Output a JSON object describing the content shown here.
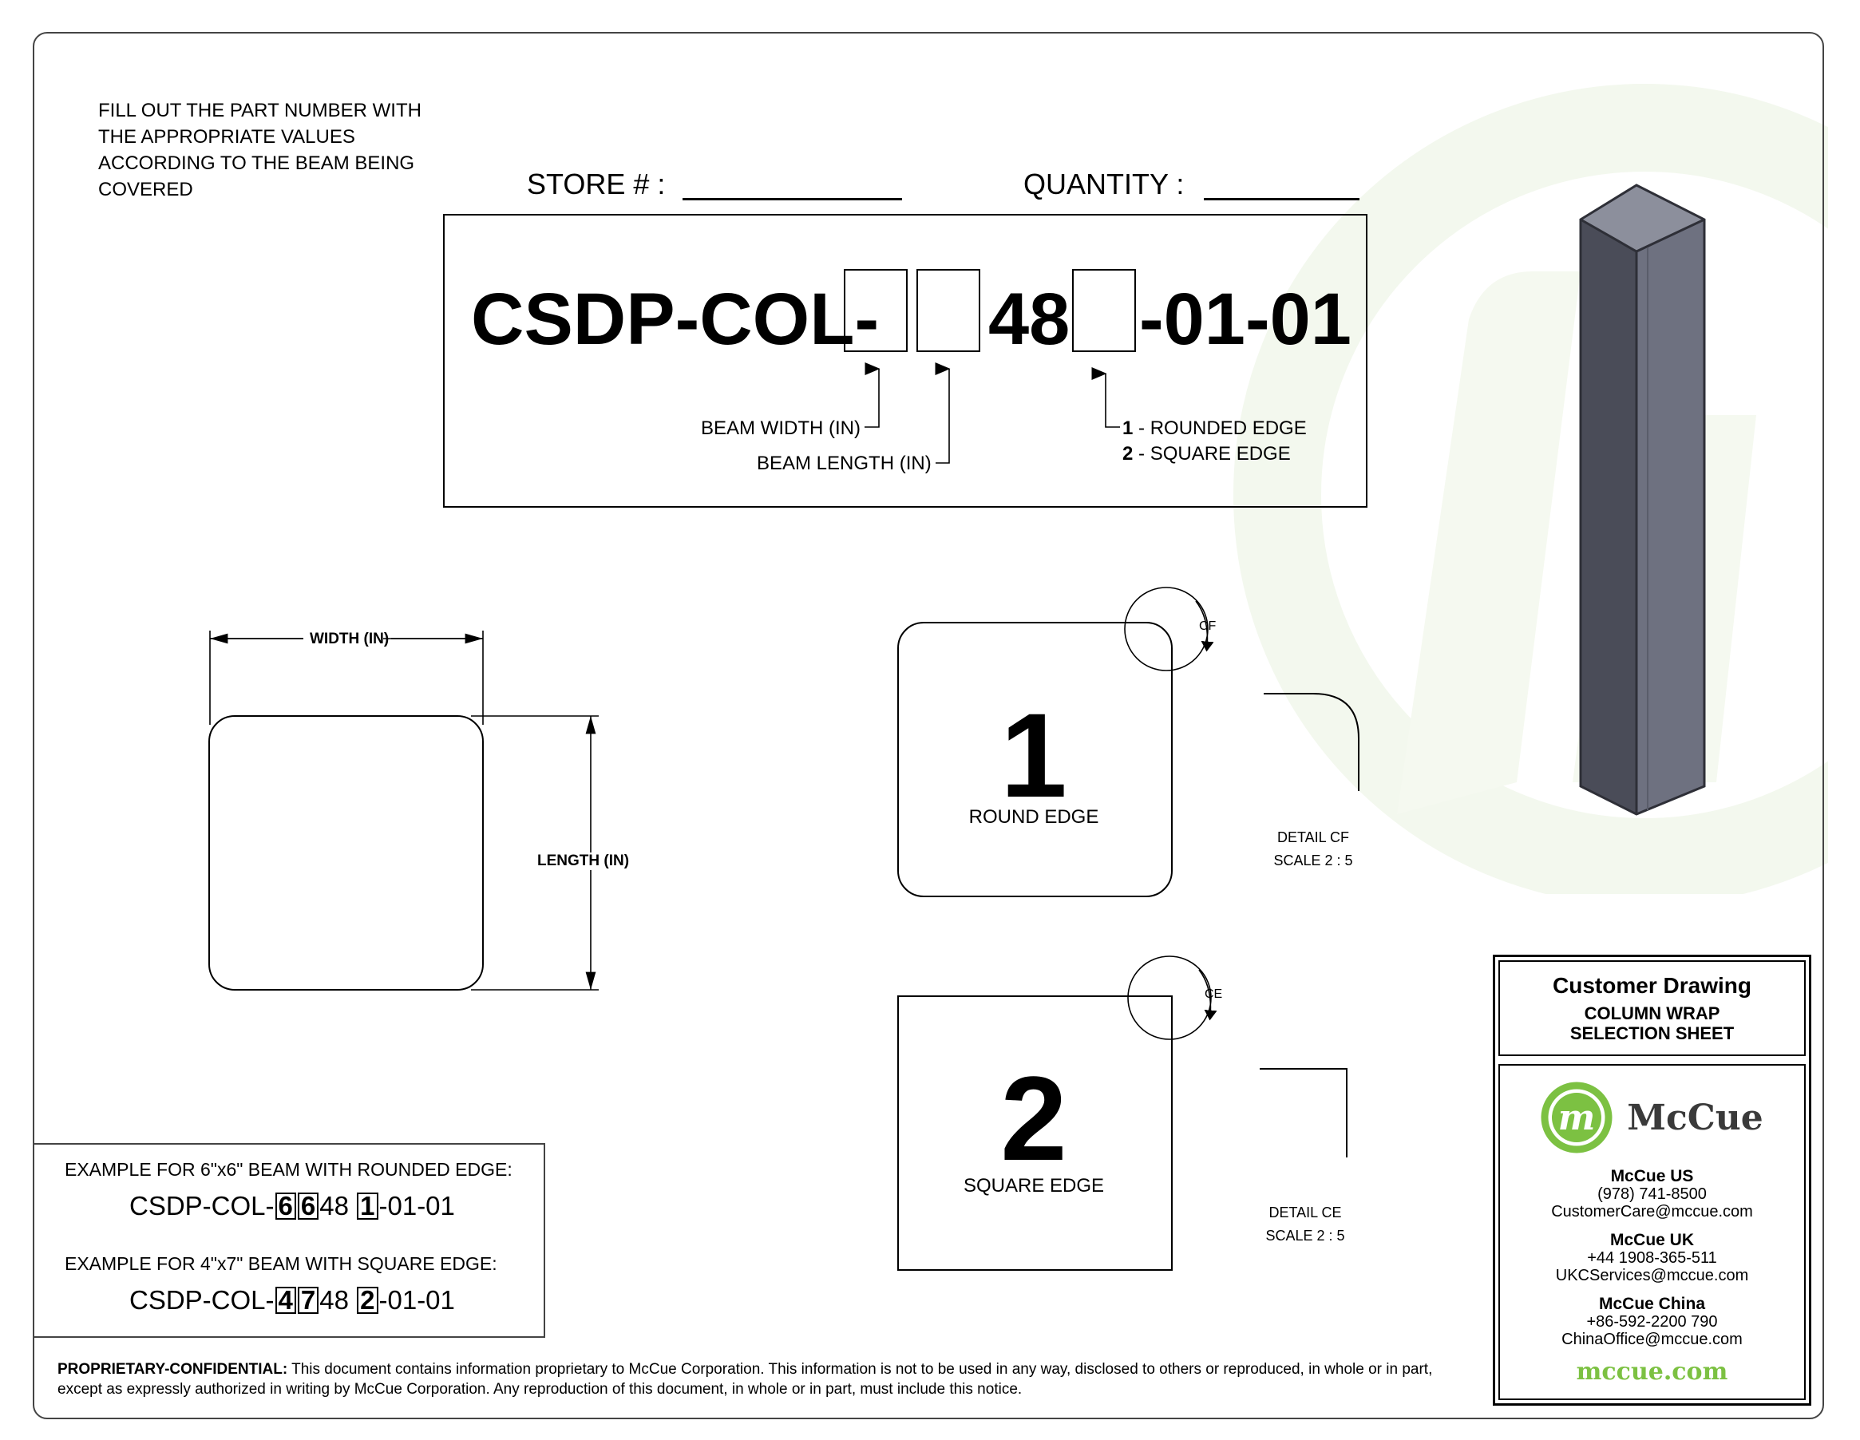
{
  "instructions": [
    "FILL OUT THE PART NUMBER WITH",
    "THE APPROPRIATE VALUES",
    "ACCORDING TO THE BEAM BEING",
    "COVERED"
  ],
  "store_label": "STORE # :",
  "quantity_label": "QUANTITY :",
  "part_number": {
    "prefix": "CSDP-COL-",
    "fixed_middle": "48",
    "suffix": "-01-01",
    "callouts": {
      "beam_width": "BEAM WIDTH (IN)",
      "beam_length": "BEAM LENGTH (IN)",
      "edge_option_1_num": "1",
      "edge_option_1_text": " - ROUNDED EDGE",
      "edge_option_2_num": "2",
      "edge_option_2_text": " - SQUARE EDGE"
    }
  },
  "dimension_diagram": {
    "width_label": "WIDTH (IN)",
    "length_label": "LENGTH (IN)"
  },
  "edge_types": [
    {
      "number": "1",
      "label": "ROUND EDGE",
      "detail_tag": "CF",
      "detail_title": "DETAIL CF",
      "detail_scale": "SCALE 2 : 5"
    },
    {
      "number": "2",
      "label": "SQUARE EDGE",
      "detail_tag": "CE",
      "detail_title": "DETAIL CE",
      "detail_scale": "SCALE 2 : 5"
    }
  ],
  "examples": [
    {
      "heading": "EXAMPLE FOR 6\"x6\" BEAM WITH ROUNDED EDGE:",
      "prefix": "CSDP-COL-",
      "w": "6",
      "l": "6",
      "mid": "48",
      "edge": "1",
      "suffix": "-01-01"
    },
    {
      "heading": "EXAMPLE FOR 4\"x7\" BEAM WITH SQUARE EDGE:",
      "prefix": "CSDP-COL-",
      "w": "4",
      "l": "7",
      "mid": "48",
      "edge": "2",
      "suffix": "-01-01"
    }
  ],
  "confidential": {
    "label": "PROPRIETARY-CONFIDENTIAL:",
    "text": " This document contains information proprietary to McCue Corporation. This information is not to be used in any way, disclosed to others or reproduced, in whole or in part, except as expressly authorized in writing by McCue Corporation. Any reproduction of this document, in whole or in part, must include this notice."
  },
  "title_block": {
    "title": "Customer Drawing",
    "subtitle_line1": "COLUMN WRAP",
    "subtitle_line2": "SELECTION SHEET",
    "logo_letter": "m",
    "logo_word": "McCue",
    "offices": [
      {
        "name": "McCue US",
        "phone": "(978) 741-8500",
        "email": "CustomerCare@mccue.com"
      },
      {
        "name": "McCue UK",
        "phone": "+44 1908-365-511",
        "email": "UKCServices@mccue.com"
      },
      {
        "name": "McCue China",
        "phone": "+86-592-2200 790",
        "email": "ChinaOffice@mccue.com"
      }
    ],
    "website": "mccue.com"
  },
  "colors": {
    "brand_green": "#7cc142",
    "watermark_green": "#f3f8ee",
    "column_front": "#4a4c58",
    "column_side": "#6e7180",
    "column_top": "#8c8f9c"
  }
}
